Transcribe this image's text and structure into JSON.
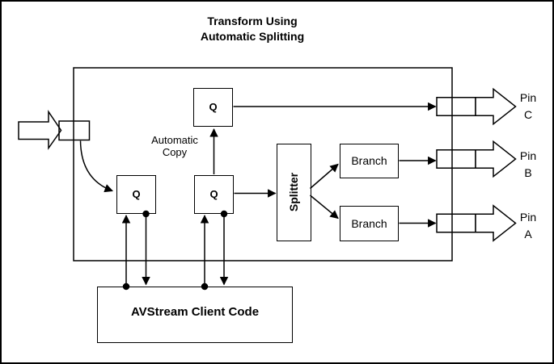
{
  "colors": {
    "ink": "#000000",
    "background": "#ffffff"
  },
  "title": {
    "line1": "Transform Using",
    "line2": "Automatic Splitting"
  },
  "annotations": {
    "automatic_copy": {
      "line1": "Automatic",
      "line2": "Copy"
    }
  },
  "nodes": {
    "queue_top": {
      "label": "Q"
    },
    "queue_input": {
      "label": "Q"
    },
    "queue_copy": {
      "label": "Q"
    },
    "splitter": {
      "label": "Splitter"
    },
    "branch_top": {
      "label": "Branch"
    },
    "branch_bottom": {
      "label": "Branch"
    },
    "client_code": {
      "label": "AVStream Client Code"
    }
  },
  "pins": {
    "c": {
      "word": "Pin",
      "letter": "C"
    },
    "b": {
      "word": "Pin",
      "letter": "B"
    },
    "a": {
      "word": "Pin",
      "letter": "A"
    }
  }
}
